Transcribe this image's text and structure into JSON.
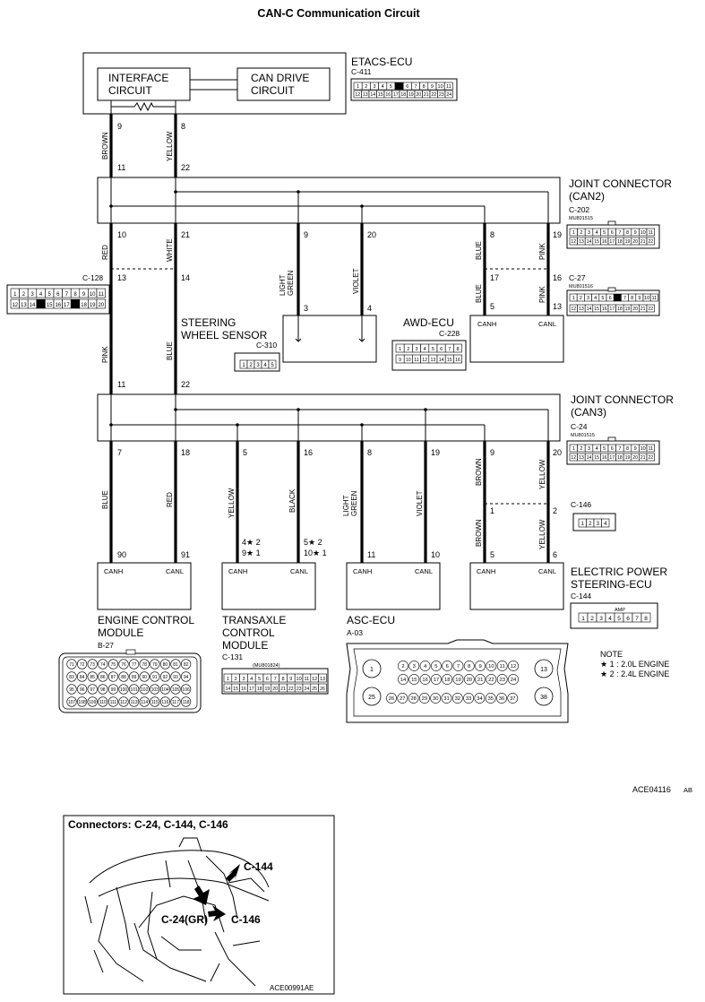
{
  "title": "CAN-C Communication Circuit",
  "diagram_code": "ACE04116",
  "diagram_code_suffix": "AB",
  "etacs": {
    "name": "ETACS-ECU",
    "connector": "C-411",
    "interface": [
      "INTERFACE",
      "CIRCUIT"
    ],
    "can_drive": [
      "CAN DRIVE",
      "CIRCUIT"
    ]
  },
  "jc2": {
    "name": [
      "JOINT CONNECTOR",
      "(CAN2)"
    ],
    "connector": "C-202",
    "part": "MU801515"
  },
  "jc3": {
    "name": [
      "JOINT CONNECTOR",
      "(CAN3)"
    ],
    "connector": "C-24",
    "part": "MU801515"
  },
  "c128": {
    "connector": "C-128"
  },
  "c27": {
    "connector": "C-27",
    "part": "MU801516"
  },
  "c146": {
    "connector": "C-146"
  },
  "steering": {
    "name": [
      "STEERING",
      "WHEEL SENSOR"
    ],
    "connector": "C-310"
  },
  "awd": {
    "name": "AWD-ECU",
    "connector": "C-228",
    "canh": "CANH",
    "canl": "CANL"
  },
  "ecm": {
    "name": [
      "ENGINE CONTROL",
      "MODULE"
    ],
    "connector": "B-27",
    "canh": "CANH",
    "canl": "CANL"
  },
  "tcm": {
    "name": [
      "TRANSAXLE",
      "CONTROL",
      "MODULE"
    ],
    "connector": "C-131",
    "part": "(MU801824)",
    "canh": "CANH",
    "canl": "CANL"
  },
  "asc": {
    "name": "ASC-ECU",
    "connector": "A-03",
    "canh": "CANH",
    "canl": "CANL"
  },
  "eps": {
    "name": [
      "ELECTRIC POWER",
      "STEERING-ECU"
    ],
    "connector": "C-144",
    "amp": "AMP",
    "canh": "CANH",
    "canl": "CANL"
  },
  "note": {
    "title": "NOTE",
    "line1": "★ 1 : 2.0L ENGINE",
    "line2": "★ 2 : 2.4L ENGINE"
  },
  "wire_colors": {
    "brown": "BROWN",
    "yellow": "YELLOW",
    "red": "RED",
    "white": "WHITE",
    "light": "LIGHT",
    "green": "GREEN",
    "violet": "VIOLET",
    "blue": "BLUE",
    "pink": "PINK",
    "black": "BLACK"
  },
  "pins": {
    "e9": "9",
    "e8": "8",
    "j2_11": "11",
    "j2_22": "22",
    "j2_10": "10",
    "j2_21": "21",
    "j2_9": "9",
    "j2_20": "20",
    "j2_8": "8",
    "j2_19": "19",
    "c128_13": "13",
    "c128_14": "14",
    "c27_17": "17",
    "c27_16": "16",
    "sw3": "3",
    "sw4": "4",
    "awd5": "5",
    "awd13": "13",
    "j3_11": "11",
    "j3_22": "22",
    "j3_7": "7",
    "j3_18": "18",
    "j3_5": "5",
    "j3_16": "16",
    "j3_8": "8",
    "j3_19": "19",
    "j3_9": "9",
    "j3_20": "20",
    "c146_1": "1",
    "c146_2": "2",
    "ecm90": "90",
    "ecm91": "91",
    "tcm_a": "4★ 2",
    "tcm_b": "9★ 1",
    "tcm_c": "5★ 2",
    "tcm_d": "10★ 1",
    "asc11": "11",
    "asc10": "10",
    "eps5": "5",
    "eps6": "6"
  },
  "inset": {
    "title": "Connectors: C-24, C-144, C-146",
    "label_c144": "C-144",
    "label_c24": "C-24(GR)",
    "label_c146": "C-146",
    "code": "ACE00991AE"
  },
  "connector_pins": {
    "c411_top": [
      "1",
      "2",
      "3",
      "4",
      "5",
      "",
      "6",
      "7",
      "8",
      "9",
      "10",
      "11"
    ],
    "c411_bot": [
      "12",
      "13",
      "14",
      "15",
      "16",
      "17",
      "18",
      "19",
      "20",
      "21",
      "22",
      "23",
      "24"
    ],
    "c202_top": [
      "1",
      "2",
      "3",
      "4",
      "5",
      "6",
      "7",
      "8",
      "9",
      "10",
      "11"
    ],
    "c202_bot": [
      "12",
      "13",
      "14",
      "15",
      "16",
      "17",
      "18",
      "19",
      "20",
      "21",
      "22"
    ],
    "c128_top": [
      "1",
      "2",
      "3",
      "4",
      "5",
      "6",
      "7",
      "8",
      "9",
      "10",
      "11"
    ],
    "c128_bot": [
      "12",
      "13",
      "14",
      "",
      "15",
      "16",
      "17",
      "",
      "18",
      "19",
      "20"
    ],
    "c27_top": [
      "1",
      "2",
      "3",
      "4",
      "5",
      "6",
      "",
      "7",
      "8",
      "9",
      "10",
      "11"
    ],
    "c27_bot": [
      "12",
      "13",
      "14",
      "15",
      "16",
      "17",
      "18",
      "19",
      "20",
      "21",
      "22"
    ],
    "c310": [
      "1",
      "2",
      "3",
      "4",
      "5"
    ],
    "c228_top": [
      "1",
      "2",
      "3",
      "4",
      "5",
      "6",
      "7",
      "8"
    ],
    "c228_bot": [
      "9",
      "10",
      "11",
      "12",
      "13",
      "14",
      "15",
      "16"
    ],
    "c146": [
      "1",
      "2",
      "3",
      "4"
    ],
    "c144": [
      "1",
      "2",
      "3",
      "4",
      "5",
      "6",
      "7",
      "8"
    ],
    "c131_top": [
      "1",
      "2",
      "3",
      "4",
      "5",
      "6",
      "7",
      "8",
      "9",
      "10",
      "11",
      "12",
      "13"
    ],
    "c131_bot": [
      "14",
      "15",
      "16",
      "17",
      "18",
      "19",
      "20",
      "21",
      "22",
      "23",
      "24",
      "25",
      "26"
    ],
    "b27_r1": [
      "71",
      "72",
      "73",
      "74",
      "75",
      "76",
      "77",
      "78",
      "79",
      "80",
      "81",
      "82"
    ],
    "b27_r2": [
      "83",
      "84",
      "85",
      "86",
      "87",
      "88",
      "89",
      "90",
      "91",
      "92",
      "93",
      "94"
    ],
    "b27_r3": [
      "95",
      "96",
      "97",
      "98",
      "99",
      "100",
      "101",
      "102",
      "103",
      "104",
      "105",
      "106"
    ],
    "b27_r4": [
      "107",
      "108",
      "109",
      "110",
      "111",
      "112",
      "113",
      "114",
      "115",
      "116",
      "117",
      "118"
    ],
    "a03_r1": [
      "2",
      "3",
      "4",
      "5",
      "6",
      "7",
      "8",
      "9",
      "10",
      "11",
      "12"
    ],
    "a03_r2": [
      "14",
      "15",
      "16",
      "17",
      "18",
      "19",
      "20",
      "21",
      "22",
      "23",
      "24"
    ],
    "a03_r3": [
      "26",
      "27",
      "28",
      "29",
      "30",
      "31",
      "32",
      "33",
      "34",
      "35",
      "36",
      "37"
    ],
    "a03_big": [
      "1",
      "13",
      "25",
      "38"
    ]
  }
}
